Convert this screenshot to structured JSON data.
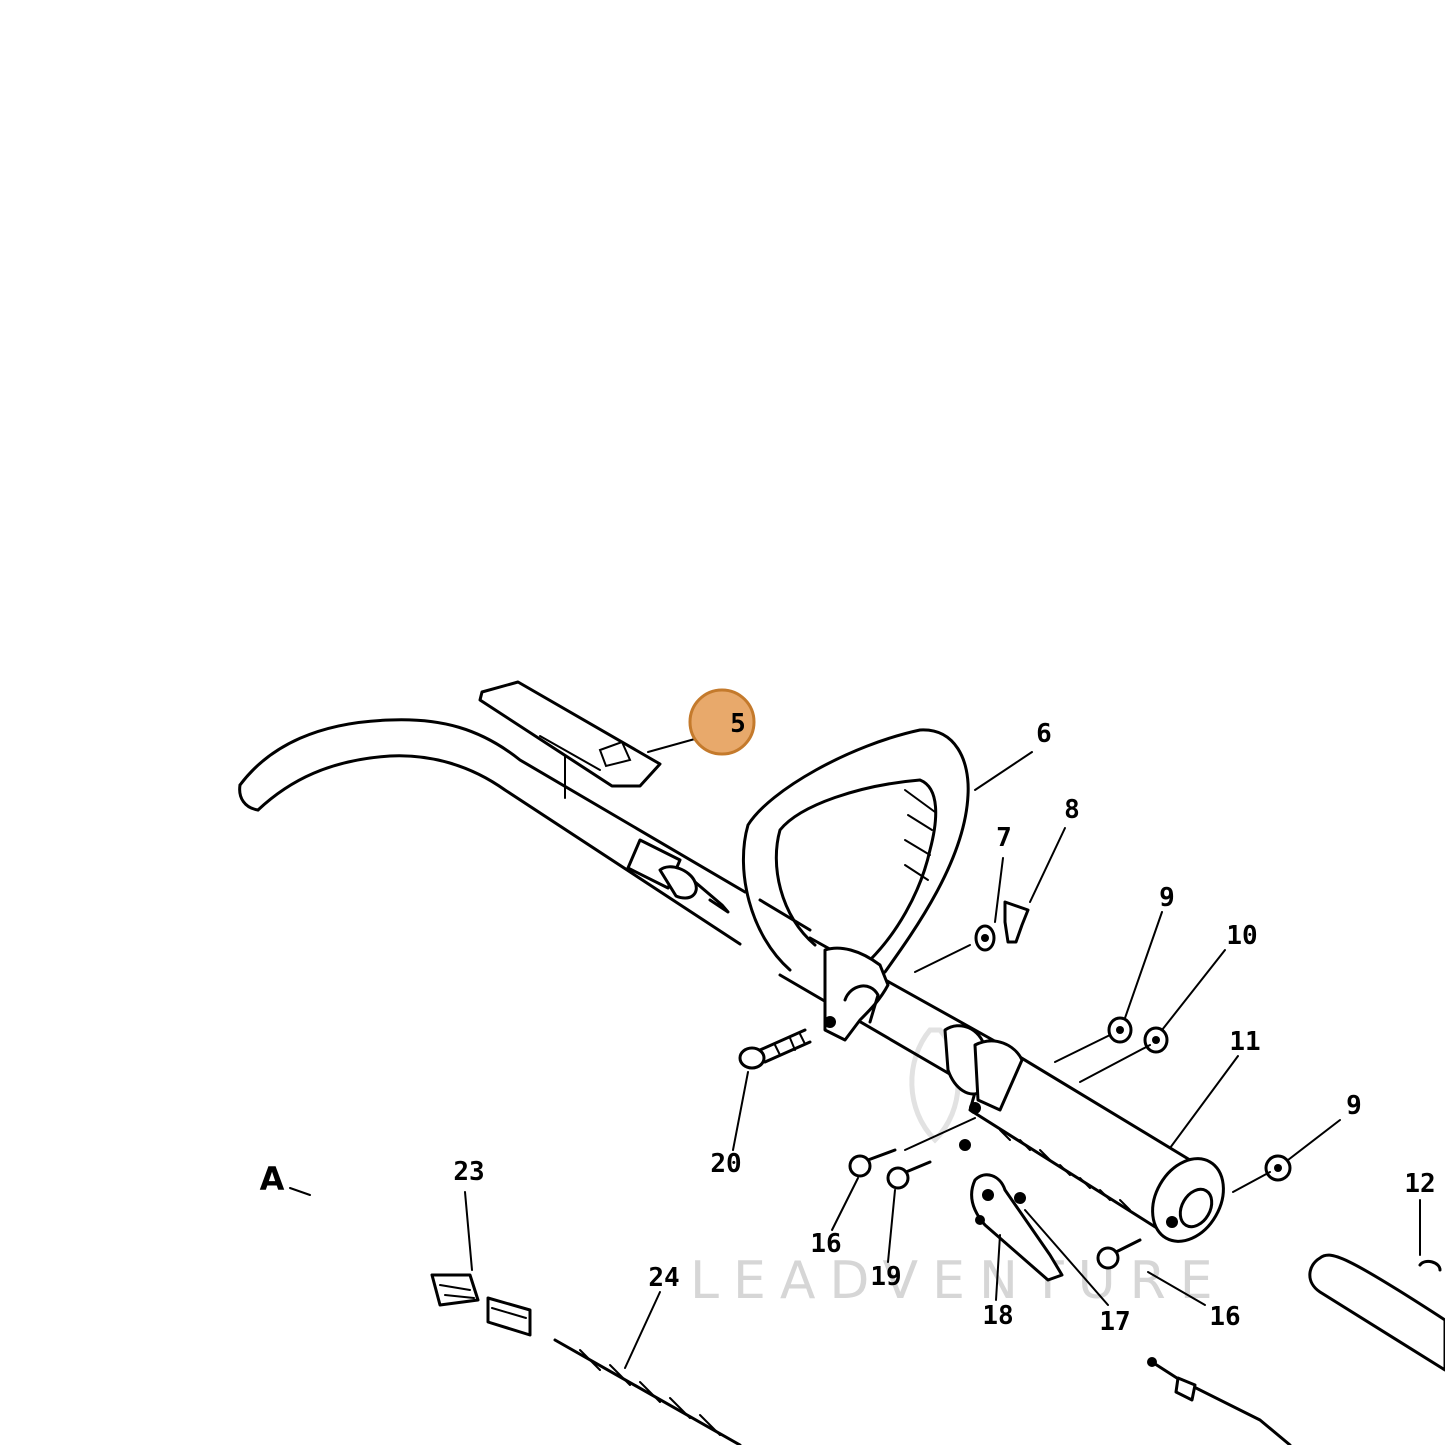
{
  "section_label": "A",
  "highlight_color": "#e8a96b",
  "highlight_border": "#c47a2c",
  "watermark": {
    "text": "LEADVENTURE"
  },
  "callouts": [
    {
      "id": "5",
      "label": "5",
      "highlighted": true
    },
    {
      "id": "6",
      "label": "6"
    },
    {
      "id": "7",
      "label": "7"
    },
    {
      "id": "8",
      "label": "8"
    },
    {
      "id": "9a",
      "label": "9"
    },
    {
      "id": "10",
      "label": "10"
    },
    {
      "id": "11",
      "label": "11"
    },
    {
      "id": "9b",
      "label": "9"
    },
    {
      "id": "12",
      "label": "12"
    },
    {
      "id": "16a",
      "label": "16"
    },
    {
      "id": "16b",
      "label": "16"
    },
    {
      "id": "17",
      "label": "17"
    },
    {
      "id": "18",
      "label": "18"
    },
    {
      "id": "19",
      "label": "19"
    },
    {
      "id": "20",
      "label": "20"
    },
    {
      "id": "23",
      "label": "23"
    },
    {
      "id": "24",
      "label": "24"
    }
  ]
}
